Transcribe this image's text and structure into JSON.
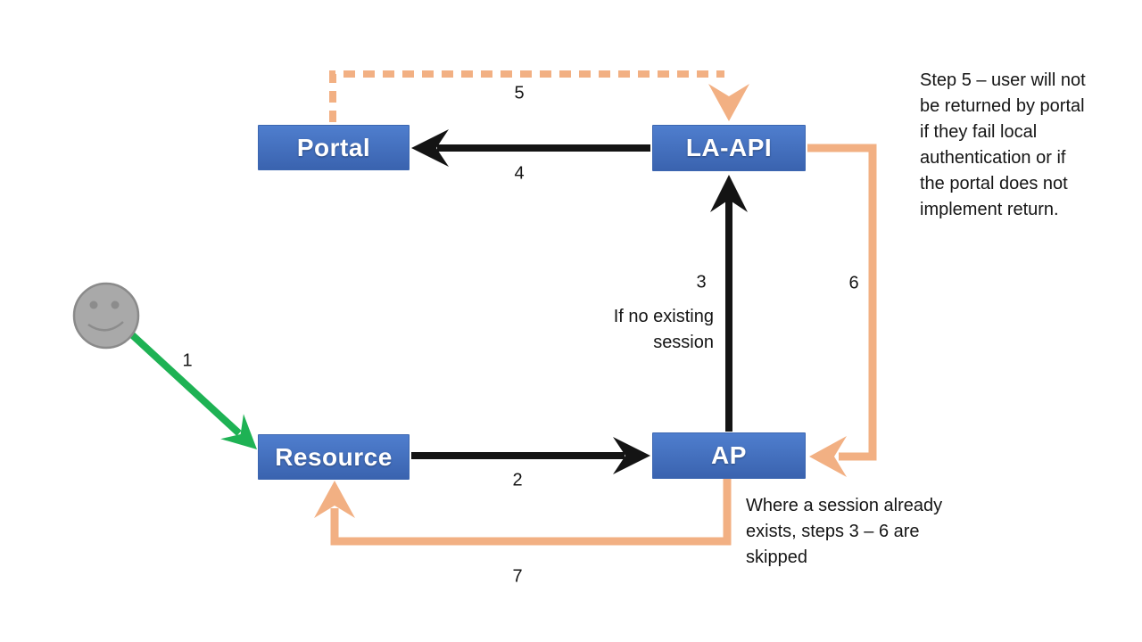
{
  "diagram": {
    "nodes": {
      "portal": "Portal",
      "la_api": "LA-API",
      "resource": "Resource",
      "ap": "AP"
    },
    "steps": {
      "s1": "1",
      "s2": "2",
      "s3": "3",
      "s4": "4",
      "s5": "5",
      "s6": "6",
      "s7": "7"
    },
    "annotations": {
      "no_session": "If no existing\nsession",
      "step5_note": "Step 5 – user will not\nbe returned by portal\nif they fail local\nauthentication or if\nthe portal does not\nimplement return.",
      "session_note": "Where a session already\nexists, steps 3 – 6 are\nskipped"
    },
    "icons": {
      "user": "smiley-face-icon"
    },
    "colors": {
      "box_blue_top": "#4F7ECE",
      "box_blue_bottom": "#3A63AF",
      "box_blue_border": "#3C66B0",
      "orange": "#F2B083",
      "green": "#1EB254",
      "arrow_black": "#141414",
      "face_fill": "#A9A9A9",
      "face_stroke": "#8A8A8A",
      "text": "#151515"
    }
  }
}
